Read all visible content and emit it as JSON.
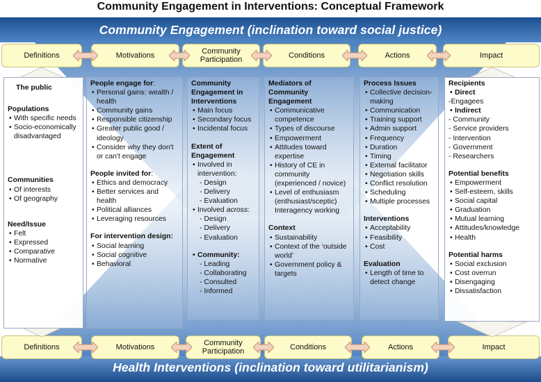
{
  "title": "Community Engagement in Interventions: Conceptual Framework",
  "top_banner": "Community Engagement (inclination toward social justice)",
  "bottom_banner": "Health Interventions (inclination toward utilitarianism)",
  "stages": [
    {
      "label": "Definitions"
    },
    {
      "label": "Motivations"
    },
    {
      "label": "Community Participation"
    },
    {
      "label": "Conditions"
    },
    {
      "label": "Actions"
    },
    {
      "label": "Impact"
    }
  ],
  "columns": {
    "definitions": {
      "public_heading": "The public",
      "populations_heading": "Populations",
      "populations": [
        "With specific needs",
        "Socio-economically disadvantaged"
      ],
      "communities_heading": "Communities",
      "communities": [
        "Of interests",
        "Of geography"
      ],
      "need_heading": "Need/Issue",
      "needs": [
        "Felt",
        "Expressed",
        "Comparative",
        "Normative"
      ]
    },
    "motivations": {
      "engage_heading": "People engage for",
      "engage_colon": ":",
      "engage_items": [
        "Personal gains: wealth / health",
        "Community gains",
        "Responsible citizenship",
        "Greater public good / ideology",
        "Consider why they don't or can't engage"
      ],
      "invited_heading": "People invited for",
      "invited_colon": ":",
      "invited_items": [
        "Ethics and democracy",
        "Better services and health",
        "Political alliances",
        "Leveraging resources"
      ],
      "design_heading": "For intervention design:",
      "design_items": [
        "Social learning",
        "Social cognitive",
        "Behavioral"
      ]
    },
    "participation": {
      "ce_heading": "Community Engagement in Interventions",
      "ce_items": [
        "Main focus",
        "Secondary focus",
        "Incidental focus"
      ],
      "extent_heading": "Extent of Engagement",
      "involved_in": "Involved in intervention:",
      "in_items": [
        "Design",
        "Delivery",
        "Evaluation"
      ],
      "involved_across_pre": "Involved ",
      "involved_across_em": "across",
      "involved_across_post": ":",
      "across_items": [
        "Design",
        "Delivery",
        "Evaluation"
      ],
      "community_heading": "Community:",
      "community_items": [
        "Leading",
        "Collaborating",
        "Consulted",
        "Informed"
      ]
    },
    "conditions": {
      "mediators_heading": "Mediators of Community Engagement",
      "mediators": [
        "Communicative competence",
        "Types of discourse",
        "Empowerment",
        "Attitudes toward expertise",
        "History of CE in community (experienced / novice)",
        "Level of enthusiasm (enthusiast/sceptic)"
      ],
      "mediators_tail": "Interagency working",
      "context_heading": "Context",
      "context_items": [
        "Sustainability",
        "Context of the ‘outside world’",
        "Government policy & targets"
      ]
    },
    "actions": {
      "process_heading": "Process Issues",
      "process_items": [
        "Collective decision-making",
        "Communication",
        "Training support",
        "Admin support",
        "Frequency",
        "Duration",
        "Timing",
        "External facilitator",
        "Negotiation skills",
        "Conflict resolution",
        "Scheduling",
        "Multiple processes"
      ],
      "interventions_heading": "Interventions",
      "interventions_items": [
        "Acceptability",
        "Feasibility",
        "Cost"
      ],
      "evaluation_heading": "Evaluation",
      "evaluation_items": [
        "Length of time to detect change"
      ]
    },
    "impact": {
      "recipients_heading": "Recipients",
      "direct": "Direct",
      "direct_items": [
        "Engagees"
      ],
      "indirect": "Indirect",
      "indirect_items": [
        "Community",
        "Service providers",
        "Intervention",
        "Government",
        "Researchers"
      ],
      "benefits_heading": "Potential benefits",
      "benefits": [
        "Empowerment",
        "Self-esteem,  skills",
        "Social capital",
        "Graduation",
        "Mutual learning",
        "Attitudes/knowledge",
        "Health"
      ],
      "harms_heading": "Potential harms",
      "harms": [
        "Social exclusion",
        "Cost overrun",
        "Disengaging",
        "Dissatisfaction"
      ]
    }
  },
  "colors": {
    "banner_blue": "#2f6aa8",
    "stage_fill": "#fdfbc9",
    "arrow_fill": "#f2d3bf",
    "arrow_stroke": "#c98f6c"
  }
}
